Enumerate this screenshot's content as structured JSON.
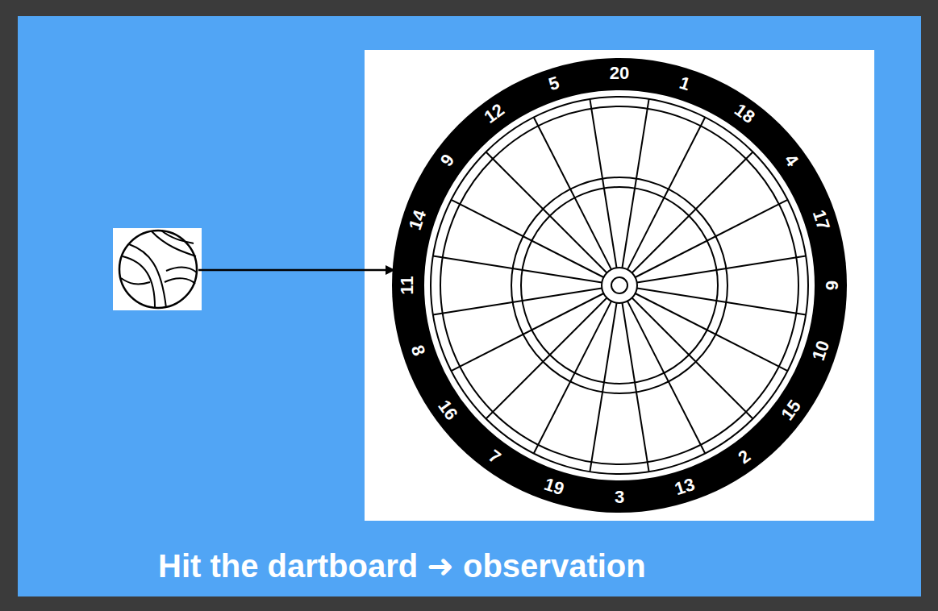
{
  "diagram": {
    "caption": "Hit the dartboard ➜ observation",
    "labels": [
      "20",
      "1",
      "18",
      "4",
      "17",
      "6",
      "10",
      "15",
      "2",
      "13",
      "3",
      "19",
      "7",
      "16",
      "8",
      "11",
      "14",
      "9",
      "12",
      "5"
    ]
  }
}
